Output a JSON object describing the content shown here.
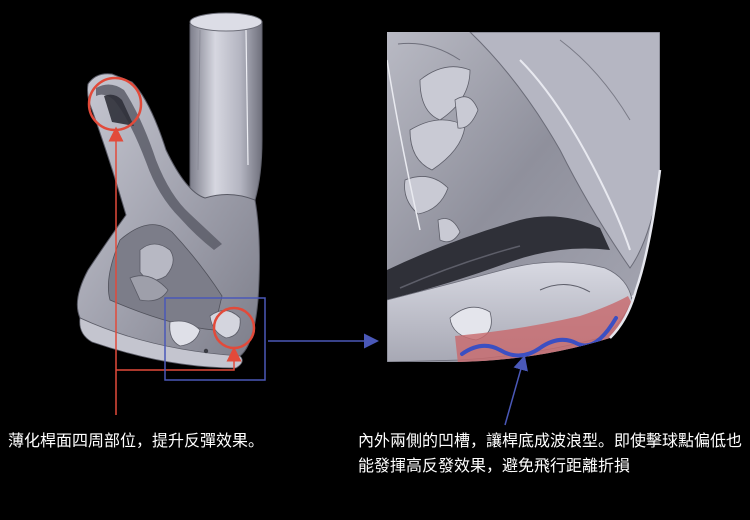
{
  "captions": {
    "left": "薄化桿面四周部位，提升反彈效果。",
    "right": "內外兩側的凹槽，讓桿底成波浪型。即使擊球點偏低也能發揮高反發效果，避免飛行距離折損"
  },
  "colors": {
    "background": "#000000",
    "callout_red": "#e24a3a",
    "callout_blue": "#4a58b8",
    "wave_blue": "#3b4fc2",
    "highlight_red": "#c86a6e",
    "metal_light": "#cfd0da",
    "metal_mid": "#9a9ba8",
    "metal_dark": "#55565f"
  },
  "icons": [
    "red-callout-circle",
    "red-arrow",
    "blue-zoom-box",
    "blue-arrow",
    "wave-line"
  ]
}
